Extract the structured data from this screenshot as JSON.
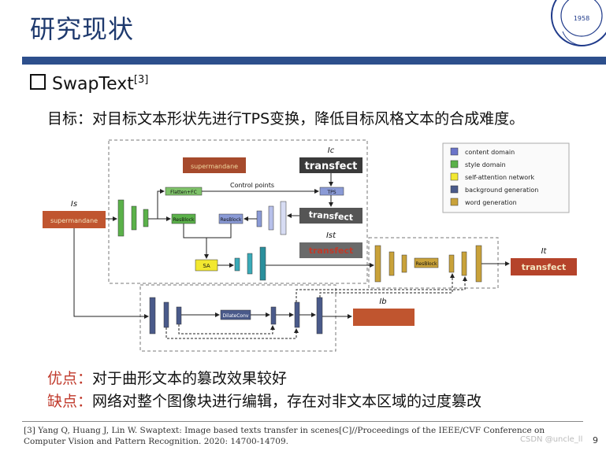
{
  "slide": {
    "title": "研究现状",
    "heading_main": "SwapText",
    "heading_ref": "[3]",
    "goal": "目标：对目标文本形状先进行TPS变换，降低目标风格文本的合成难度。",
    "pros_label": "优点：",
    "pros_text": "对于曲形文本的篡改效果较好",
    "cons_label": "缺点：",
    "cons_text": "网络对整个图像块进行编辑，存在对非文本区域的过度篡改",
    "reference": "[3] Yang Q, Huang J, Lin W. Swaptext: Image based texts transfer in scenes[C]//Proceedings of the IEEE/CVF Conference on Computer Vision and Pattern Recognition. 2020: 14700-14709.",
    "page_number": "9",
    "watermark": "CSDN @uncle_ll",
    "logo_year": "1958"
  },
  "diagram": {
    "legend": [
      {
        "label": "content domain",
        "color": "#6b74c9"
      },
      {
        "label": "style domain",
        "color": "#5bb14a"
      },
      {
        "label": "self-attention network",
        "color": "#f2e830"
      },
      {
        "label": "background generation",
        "color": "#4a5a8a"
      },
      {
        "label": "word generation",
        "color": "#c9a23a"
      }
    ],
    "labels": {
      "input_is": "Is",
      "input_ic": "Ic",
      "output_ist": "Ist",
      "output_it": "It",
      "output_ib": "Ib",
      "flatten_fc": "Flatten+FC",
      "control_points": "Control points",
      "tps": "TPS",
      "resblock_style": "ResBlock",
      "resblock_content": "ResBlock",
      "resblock_word": "ResBlock",
      "sa": "SA",
      "dilated_conv": "DilateConv"
    },
    "image_texts": {
      "style_word": "supermandane",
      "style_word_top": "supermandane",
      "content_word": "transfect",
      "content_warped": "transfect",
      "ist_word": "transfect",
      "it_word": "transfect"
    }
  }
}
